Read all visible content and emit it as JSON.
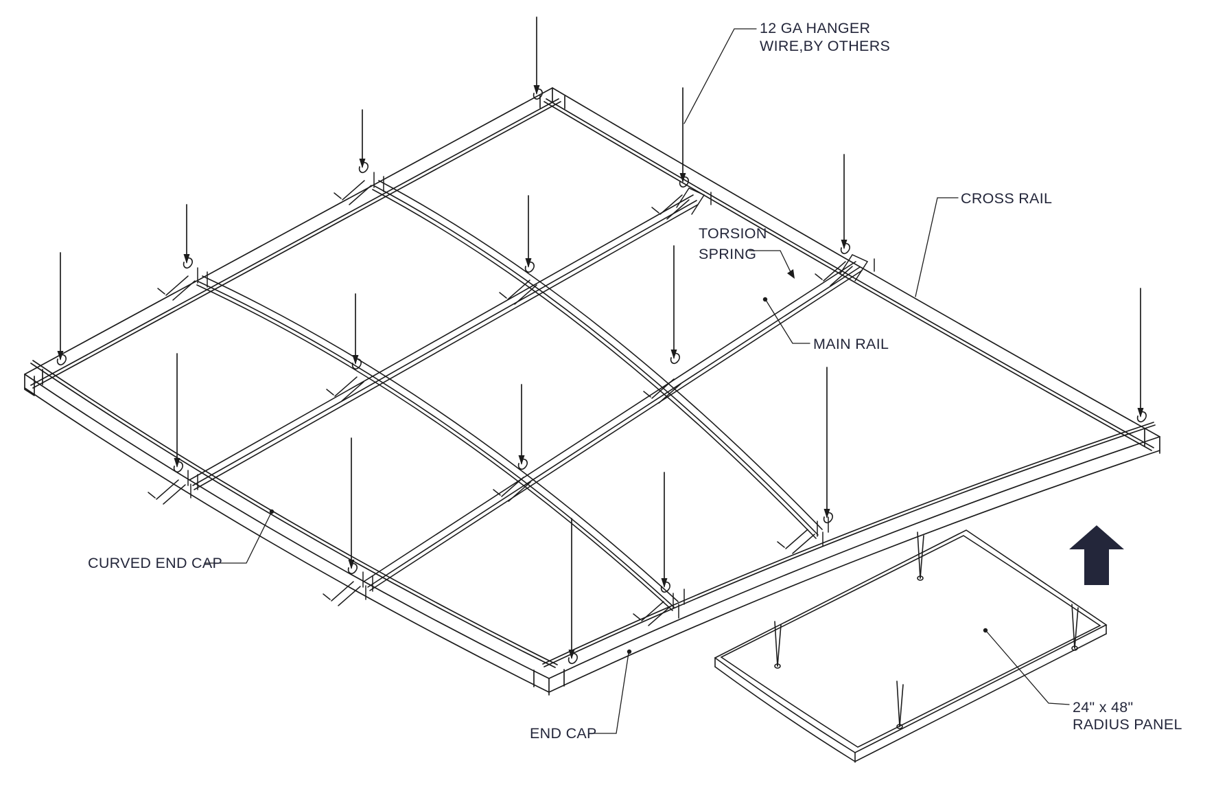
{
  "labels": {
    "hanger_wire": {
      "line1": "12 GA HANGER",
      "line2": "WIRE,BY OTHERS"
    },
    "cross_rail": "CROSS RAIL",
    "torsion_spring": {
      "line1": "TORSION",
      "line2": "SPRING"
    },
    "main_rail": "MAIN RAIL",
    "curved_end_cap": "CURVED END CAP",
    "end_cap": "END CAP",
    "radius_panel": {
      "line1": "24\" x 48\"",
      "line2": "RADIUS PANEL"
    }
  },
  "colors": {
    "line": "#1c1c1c",
    "text": "#23263a",
    "arrow": "#23263a",
    "background": "#ffffff"
  },
  "icons": {
    "up_arrow": "up-arrow-icon"
  }
}
